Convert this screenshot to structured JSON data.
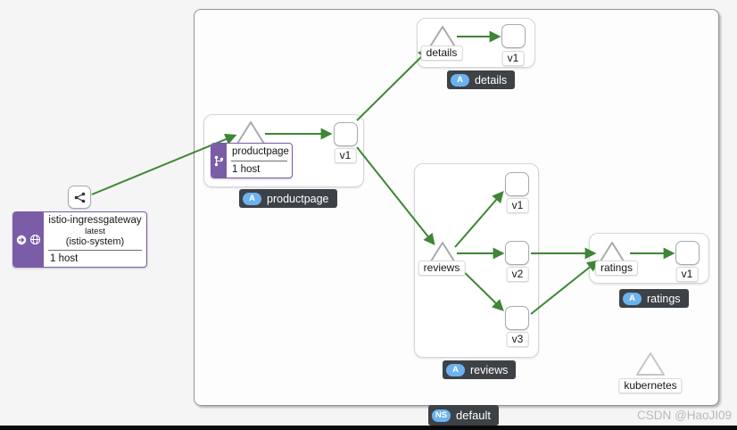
{
  "canvas": {
    "background": "#f5f5f5",
    "edge_color": "#3e8635",
    "purple_accent": "#7b5ca7",
    "badge_bg": "#3d4247",
    "badge_blue": "#6cb2ee"
  },
  "gateway_card": {
    "title": "istio-ingressgateway",
    "version": "latest",
    "namespace": "(istio-system)",
    "hosts": "1 host"
  },
  "productpage": {
    "card_title": "productpage",
    "card_hosts": "1 host",
    "version_label": "v1",
    "badge_type": "A",
    "badge_label": "productpage"
  },
  "details": {
    "service_label": "details",
    "version_label": "v1",
    "badge_type": "A",
    "badge_label": "details"
  },
  "reviews": {
    "service_label": "reviews",
    "versions": [
      "v1",
      "v2",
      "v3"
    ],
    "badge_type": "A",
    "badge_label": "reviews"
  },
  "ratings": {
    "service_label": "ratings",
    "version_label": "v1",
    "badge_type": "A",
    "badge_label": "ratings"
  },
  "kubernetes": {
    "service_label": "kubernetes"
  },
  "namespace_badge": {
    "type": "NS",
    "label": "default"
  },
  "watermark": "CSDN @HaoJI09",
  "edges": [
    [
      103,
      218,
      263,
      152
    ],
    [
      297,
      150,
      370,
      150
    ],
    [
      400,
      135,
      480,
      56
    ],
    [
      400,
      165,
      486,
      273
    ],
    [
      512,
      41,
      559,
      41
    ],
    [
      510,
      277,
      563,
      216
    ],
    [
      512,
      284,
      563,
      284
    ],
    [
      508,
      293,
      563,
      347
    ],
    [
      595,
      284,
      666,
      284
    ],
    [
      595,
      352,
      669,
      293
    ],
    [
      706,
      284,
      754,
      284
    ]
  ]
}
